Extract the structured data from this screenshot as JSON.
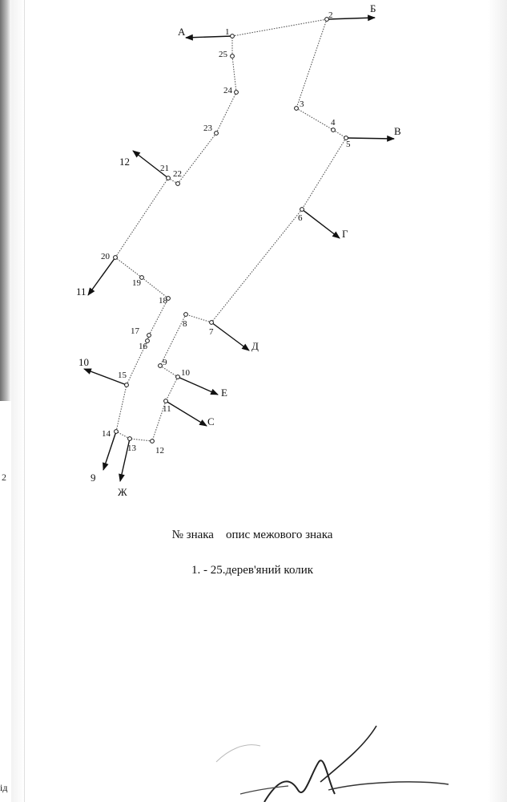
{
  "legend": {
    "header": "№ знака    опис межового знака",
    "row": "1. - 25.дерев'яний колик"
  },
  "points": [
    {
      "id": "1",
      "label": "1"
    },
    {
      "id": "2",
      "label": "2"
    },
    {
      "id": "3",
      "label": "3"
    },
    {
      "id": "4",
      "label": "4"
    },
    {
      "id": "5",
      "label": "5"
    },
    {
      "id": "6",
      "label": "6"
    },
    {
      "id": "7",
      "label": "7"
    },
    {
      "id": "8",
      "label": "8"
    },
    {
      "id": "9",
      "label": "9"
    },
    {
      "id": "10",
      "label": "10"
    },
    {
      "id": "11",
      "label": "11"
    },
    {
      "id": "12",
      "label": "12"
    },
    {
      "id": "13",
      "label": "13"
    },
    {
      "id": "14",
      "label": "14"
    },
    {
      "id": "15",
      "label": "15"
    },
    {
      "id": "16",
      "label": "16"
    },
    {
      "id": "17",
      "label": "17"
    },
    {
      "id": "18",
      "label": "18"
    },
    {
      "id": "19",
      "label": "19"
    },
    {
      "id": "20",
      "label": "20"
    },
    {
      "id": "21",
      "label": "21"
    },
    {
      "id": "22",
      "label": "22"
    },
    {
      "id": "23",
      "label": "23"
    },
    {
      "id": "24",
      "label": "24"
    },
    {
      "id": "25",
      "label": "25"
    }
  ],
  "neighbors": [
    {
      "id": "A",
      "label": "А"
    },
    {
      "id": "B",
      "label": "Б"
    },
    {
      "id": "V",
      "label": "В"
    },
    {
      "id": "G",
      "label": "Г"
    },
    {
      "id": "D",
      "label": "Д"
    },
    {
      "id": "E",
      "label": "Е"
    },
    {
      "id": "S",
      "label": "С"
    },
    {
      "id": "Zh",
      "label": "Ж"
    },
    {
      "id": "n9",
      "label": "9"
    },
    {
      "id": "n10",
      "label": "10"
    },
    {
      "id": "n11",
      "label": "11"
    },
    {
      "id": "n12",
      "label": "12"
    }
  ],
  "margin_text": {
    "bottom_left": "ід",
    "left_mark": "2"
  },
  "colors": {
    "ink": "#111111",
    "boundary_dots": "#555555"
  }
}
